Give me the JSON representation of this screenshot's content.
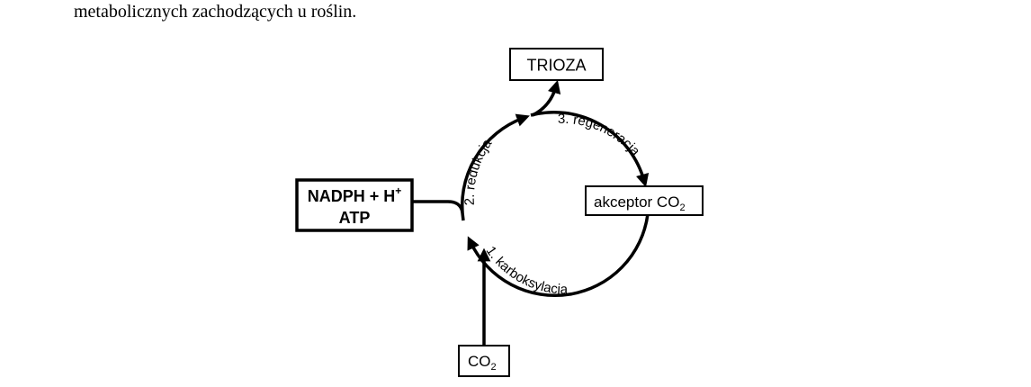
{
  "intro_text": "metabolicznych zachodzących u roślin.",
  "nodes": {
    "trioza": "TRIOZA",
    "nadph_main": "NADPH + H",
    "nadph_sup": "+",
    "atp": "ATP",
    "akceptor_main": "akceptor CO",
    "akceptor_sub": "2",
    "co2_main": "CO",
    "co2_sub": "2"
  },
  "stages": {
    "karboksylacja": "1. karboksylacja",
    "redukcja": "2. redukcja",
    "regeneracja": "3. regeneracja"
  }
}
